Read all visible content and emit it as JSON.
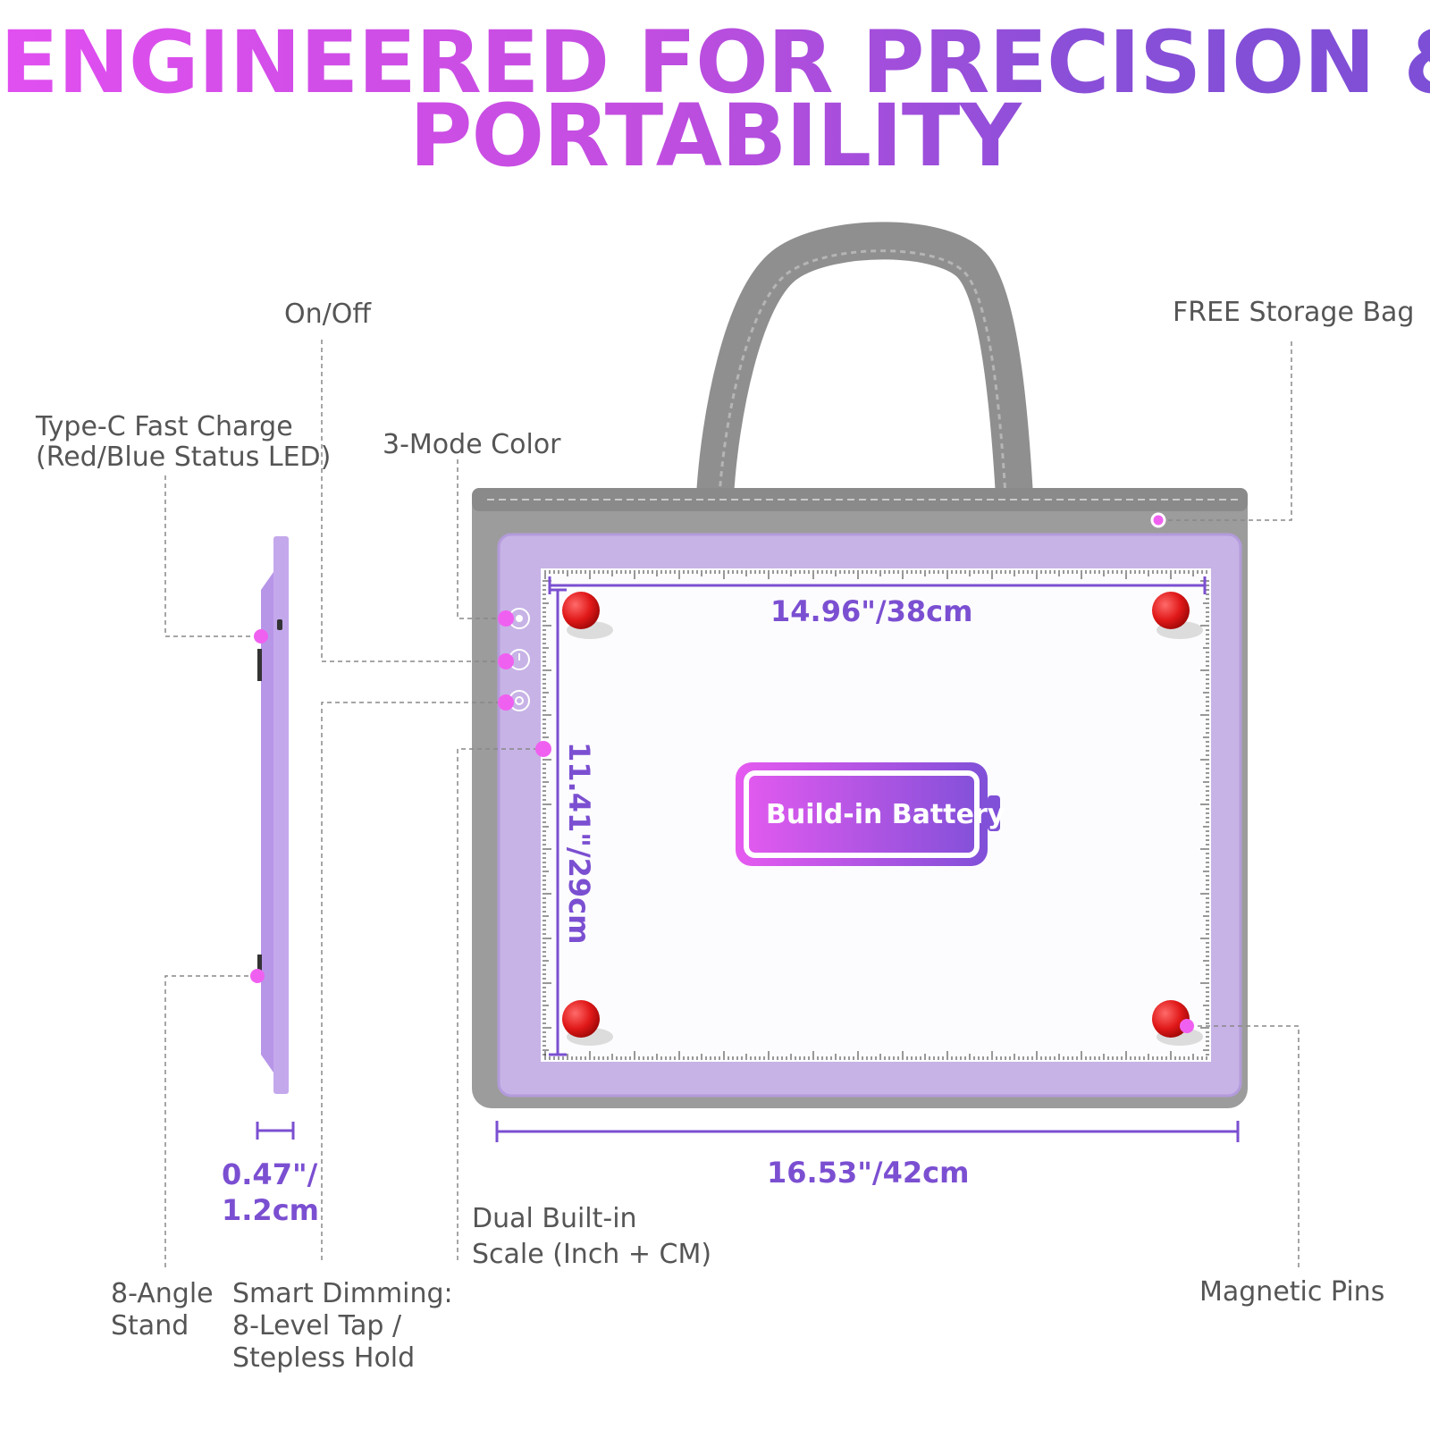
{
  "headline": {
    "line1": "ENGINEERED FOR PRECISION &",
    "line2": "PORTABILITY",
    "gradient_start": "#e14ff0",
    "gradient_end": "#7d4fd6"
  },
  "callouts": {
    "on_off": "On/Off",
    "storage_bag": "FREE Storage Bag",
    "type_c_line1": "Type-C Fast Charge",
    "type_c_line2": "(Red/Blue Status LED)",
    "color_mode": "3-Mode Color",
    "dual_scale_line1": "Dual Built-in",
    "dual_scale_line2": "Scale (Inch + CM)",
    "magnetic_pins": "Magnetic Pins",
    "stand_line1": "8-Angle",
    "stand_line2": "Stand",
    "dimming_line1": "Smart Dimming:",
    "dimming_line2": "8-Level Tap /",
    "dimming_line3": "Stepless Hold"
  },
  "dimensions": {
    "width_inner": "14.96\"/38cm",
    "height_inner": "11.41\"/29cm",
    "width_outer": "16.53\"/42cm",
    "thickness_line1": "0.47\"/",
    "thickness_line2": "1.2cm"
  },
  "badge": {
    "text": "Build-in Battery"
  },
  "colors": {
    "accent_purple": "#7b4fd1",
    "pad_lavender": "#c7b3e6",
    "bag_gray": "#9a9a9a",
    "pin_red": "#e01818",
    "marker_pink": "#f060f0"
  }
}
